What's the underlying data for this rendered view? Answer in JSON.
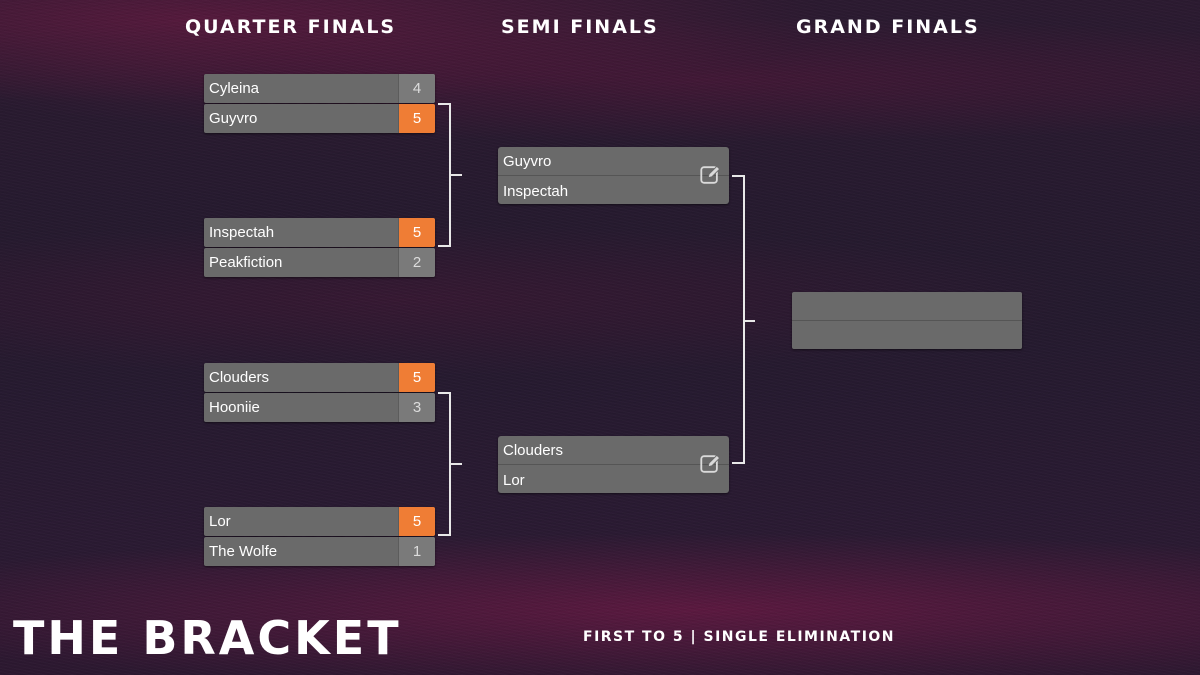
{
  "rounds": {
    "quarter": "QUARTER FINALS",
    "semi": "SEMI FINALS",
    "grand": "GRAND FINALS"
  },
  "quarter_finals": [
    {
      "player1": {
        "name": "Cyleina",
        "score": "4"
      },
      "player2": {
        "name": "Guyvro",
        "score": "5"
      }
    },
    {
      "player1": {
        "name": "Inspectah",
        "score": "5"
      },
      "player2": {
        "name": "Peakfiction",
        "score": "2"
      }
    },
    {
      "player1": {
        "name": "Clouders",
        "score": "5"
      },
      "player2": {
        "name": "Hooniie",
        "score": "3"
      }
    },
    {
      "player1": {
        "name": "Lor",
        "score": "5"
      },
      "player2": {
        "name": "The Wolfe",
        "score": "1"
      }
    }
  ],
  "semi_finals": [
    {
      "player1": "Guyvro",
      "player2": "Inspectah"
    },
    {
      "player1": "Clouders",
      "player2": "Lor"
    }
  ],
  "grand_final": {
    "player1": "",
    "player2": ""
  },
  "footer": {
    "title": "THE BRACKET",
    "subtitle": "FIRST TO 5 | SINGLE ELIMINATION"
  },
  "colors": {
    "winner_score": "#ef7d35",
    "slot": "#6a6a6a",
    "connector": "#e8e8e8"
  },
  "icons": {
    "edit": "edit-icon"
  }
}
